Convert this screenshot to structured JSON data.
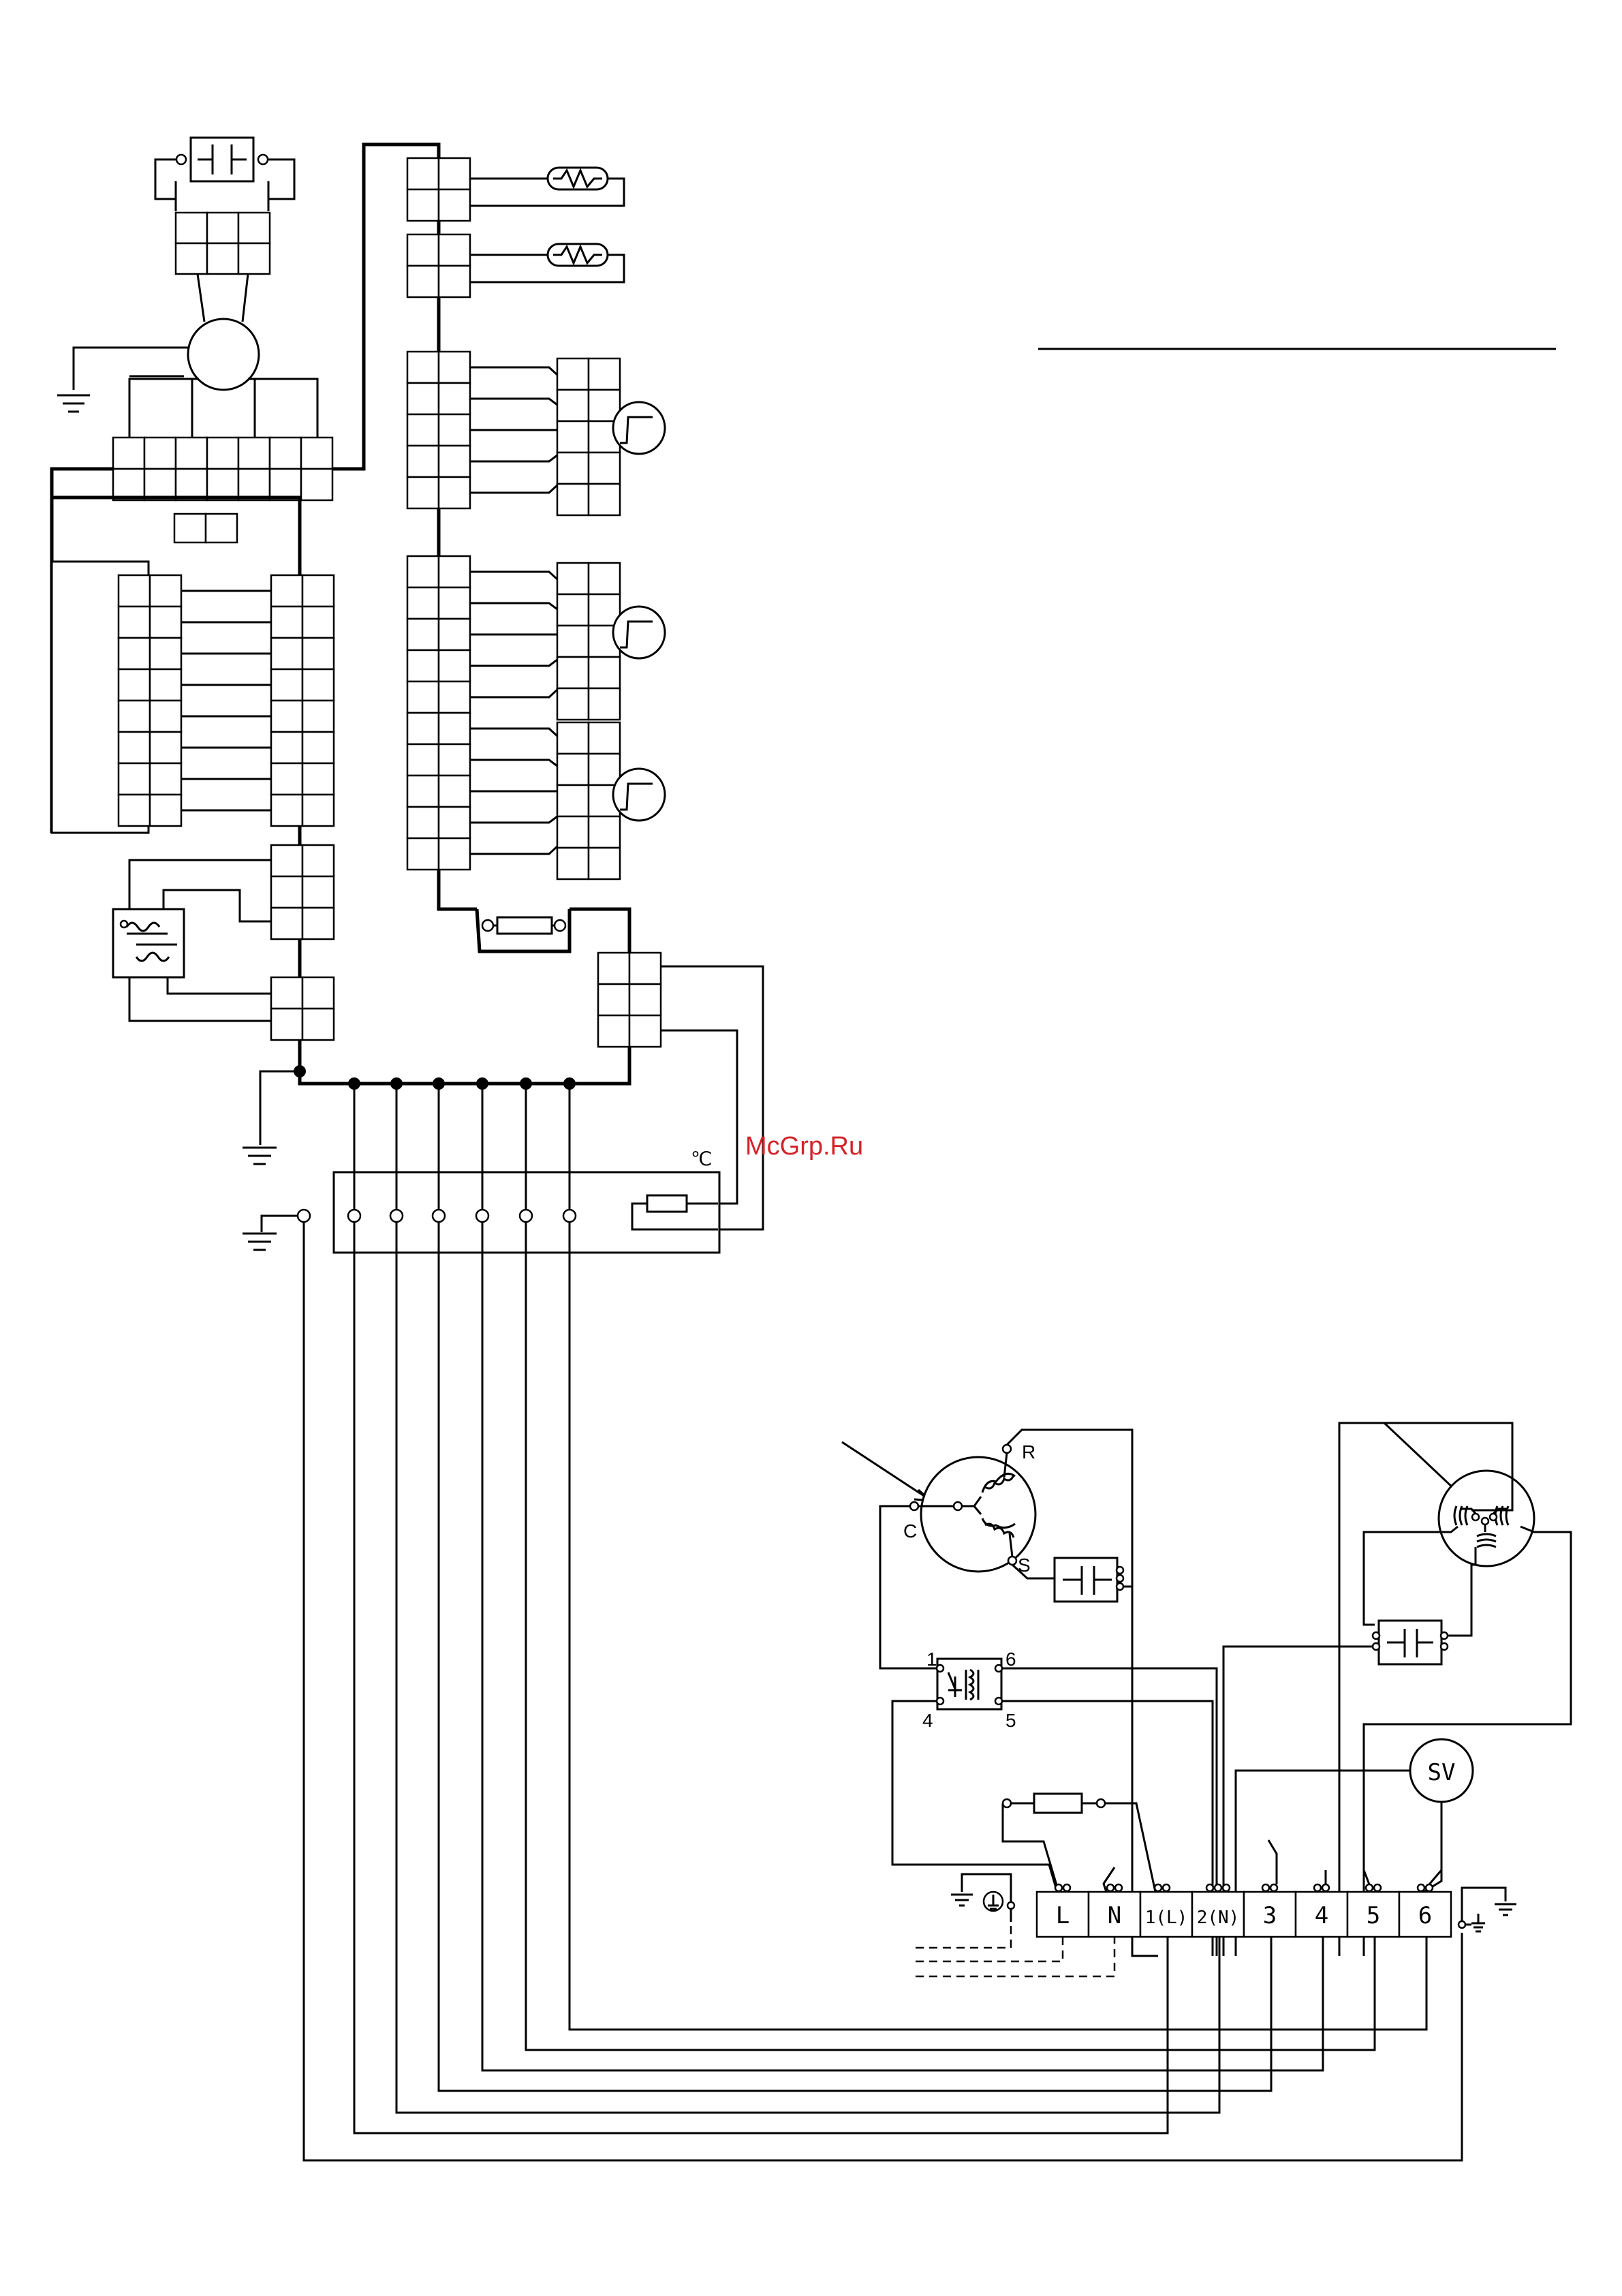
{
  "watermark": "McGrp.Ru",
  "labels": {
    "temp_unit": "℃",
    "compressor_run": "R",
    "compressor_common": "C",
    "compressor_start": "S",
    "relay_pin_1": "1",
    "relay_pin_6": "6",
    "relay_pin_4": "4",
    "relay_pin_5": "5",
    "solenoid_valve": "SV"
  },
  "terminal_block": {
    "terminals": [
      "L",
      "N",
      "1(L)",
      "2(N)",
      "3",
      "4",
      "5",
      "6"
    ]
  }
}
